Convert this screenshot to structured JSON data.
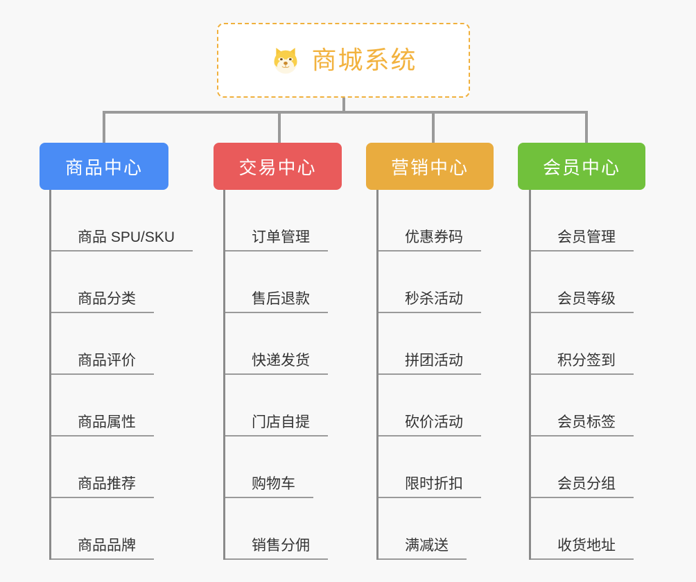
{
  "diagram": {
    "type": "org-chart",
    "background_color": "#f8f8f8",
    "root": {
      "title": "商城系统",
      "icon": "shiba-dog-face-icon",
      "text_color": "#f2b23e",
      "border_color": "#f0b03c",
      "border_style": "dashed",
      "fill_color": "#ffffff"
    },
    "connector_color": "#9a9a9a",
    "columns": [
      {
        "label": "商品中心",
        "color": "#4a8cf5",
        "items": [
          "商品 SPU/SKU",
          "商品分类",
          "商品评价",
          "商品属性",
          "商品推荐",
          "商品品牌"
        ]
      },
      {
        "label": "交易中心",
        "color": "#e95b5b",
        "items": [
          "订单管理",
          "售后退款",
          "快递发货",
          "门店自提",
          "购物车",
          "销售分佣"
        ]
      },
      {
        "label": "营销中心",
        "color": "#e9ac3f",
        "items": [
          "优惠券码",
          "秒杀活动",
          "拼团活动",
          "砍价活动",
          "限时折扣",
          "满减送"
        ]
      },
      {
        "label": "会员中心",
        "color": "#71c13c",
        "items": [
          "会员管理",
          "会员等级",
          "积分签到",
          "会员标签",
          "会员分组",
          "收货地址"
        ]
      }
    ]
  }
}
